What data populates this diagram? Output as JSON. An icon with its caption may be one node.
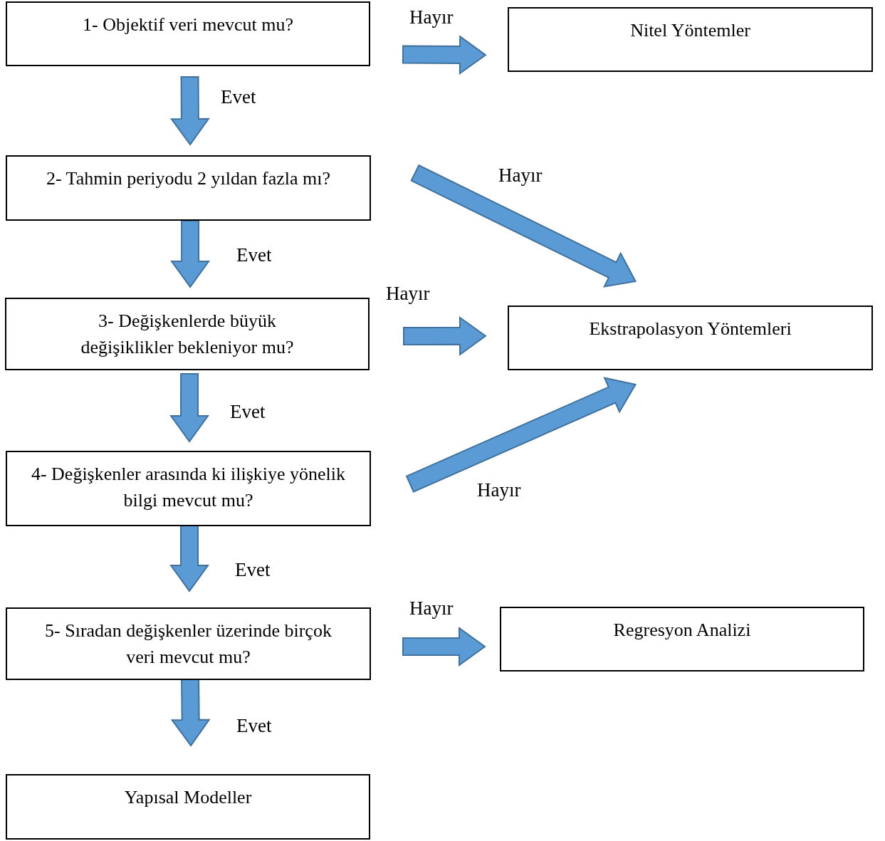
{
  "diagram": {
    "nodes": [
      {
        "text": [
          "1- Objektif veri mevcut mu?"
        ]
      },
      {
        "text": [
          "Nitel Yöntemler"
        ]
      },
      {
        "text": [
          "2- Tahmin periyodu 2 yıldan fazla mı?"
        ]
      },
      {
        "text": [
          "3- Değişkenlerde büyük değişiklikler bekleniyor mu?"
        ]
      },
      {
        "text": [
          "Ekstrapolasyon Yöntemleri"
        ]
      },
      {
        "text": [
          "4- Değişkenler arasında ki ilişkiye yönelik bilgi mevcut mu?"
        ]
      },
      {
        "text": [
          "5- Sıradan değişkenler üzerinde birçok veri mevcut mu?"
        ]
      },
      {
        "text": [
          "Regresyon Analizi"
        ]
      },
      {
        "text": [
          "Yapısal Modeller"
        ]
      }
    ],
    "edges": [
      {
        "from": 0,
        "to": 1,
        "arrow": "to",
        "label": "Hayır",
        "style": "thick"
      },
      {
        "from": 0,
        "to": 2,
        "arrow": "to",
        "label": "Evet",
        "style": "thick"
      },
      {
        "from": 2,
        "to": 4,
        "arrow": "to",
        "label": "Hayır",
        "style": "thick"
      },
      {
        "from": 2,
        "to": 3,
        "arrow": "to",
        "label": "Evet",
        "style": "thick"
      },
      {
        "from": 3,
        "to": 4,
        "arrow": "to",
        "label": "Hayır",
        "style": "thick"
      },
      {
        "from": 3,
        "to": 5,
        "arrow": "to",
        "label": "Evet",
        "style": "thick"
      },
      {
        "from": 5,
        "to": 4,
        "arrow": "to",
        "label": "Hayır",
        "style": "thick"
      },
      {
        "from": 5,
        "to": 6,
        "arrow": "to",
        "label": "Evet",
        "style": "thick"
      },
      {
        "from": 6,
        "to": 7,
        "arrow": "to",
        "label": "Hayır",
        "style": "thick"
      },
      {
        "from": 6,
        "to": 8,
        "arrow": "to",
        "label": "Evet",
        "style": "thick"
      }
    ]
  }
}
